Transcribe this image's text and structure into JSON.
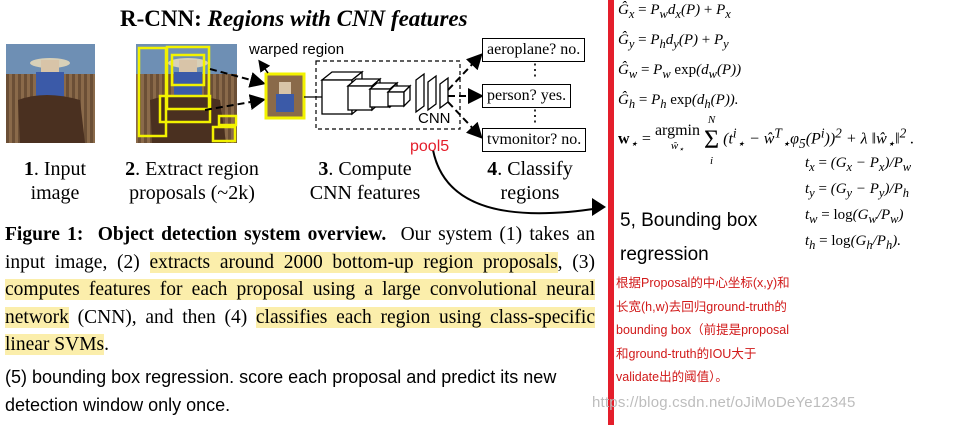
{
  "figure": {
    "title_bold": "R-CNN:",
    "title_italic": "Regions with CNN features",
    "warped_label": "warped region",
    "cnn_label": "CNN",
    "pool5_label": "pool5",
    "classes": [
      "aeroplane? no.",
      "person? yes.",
      "tvmonitor? no."
    ],
    "ellipsis": "⋮",
    "steps": [
      {
        "num": "1",
        "text_line1": ". Input",
        "text_line2": "image"
      },
      {
        "num": "2",
        "text_line1": ". Extract region",
        "text_line2": "proposals (~2k)"
      },
      {
        "num": "3",
        "text_line1": ". Compute",
        "text_line2": "CNN features"
      },
      {
        "num": "4",
        "text_line1": ". Classify",
        "text_line2": "regions"
      }
    ]
  },
  "caption": {
    "label": "Figure 1:",
    "heading": "Object detection system overview.",
    "t1": "Our system (1) takes an input image, (2)",
    "h1": "extracts around 2000 bottom-up region proposals",
    "t2": ", (3)",
    "h2": "computes features for each proposal using a large convolutional neural network",
    "t3": "(CNN), and then (4)",
    "h3": "classifies each region using class-specific linear SVMs",
    "t4": "."
  },
  "note5": "(5) bounding box regression. score each proposal and predict its new detection window only once.",
  "section5": {
    "title": "5, Bounding box regression"
  },
  "chinese_note": "根据Proposal的中心坐标(x,y)和长宽(h,w)去回归ground-truth的bounding box（前提是proposal和ground-truth的IOU大于validate出的阈值）。",
  "watermark": "https://blog.csdn.net/oJiMoDeYe12345",
  "equations": {
    "gx": "Ĝx = Pw dx(P) + Px",
    "gy": "Ĝy = Ph dy(P) + Py",
    "gw": "Ĝw = Pw exp(dw(P))",
    "gh": "Ĝh = Ph exp(dh(P)).",
    "w": "w⋆ = argmin Σ (t⋆ − ŵ⋆ᵀ φ5(Pⁱ))² + λ ‖ŵ⋆‖².",
    "tx": "tx = (Gx − Px)/Pw",
    "ty": "ty = (Gy − Py)/Ph",
    "tw": "tw = log(Gw/Pw)",
    "th": "th = log(Gh/Ph)."
  },
  "colors": {
    "highlight": "#fbeeab",
    "red_bar": "#e41e2b",
    "proposal_box": "#f2f200",
    "note_red": "#d11a1a",
    "watermark": "#bdbdbd"
  }
}
